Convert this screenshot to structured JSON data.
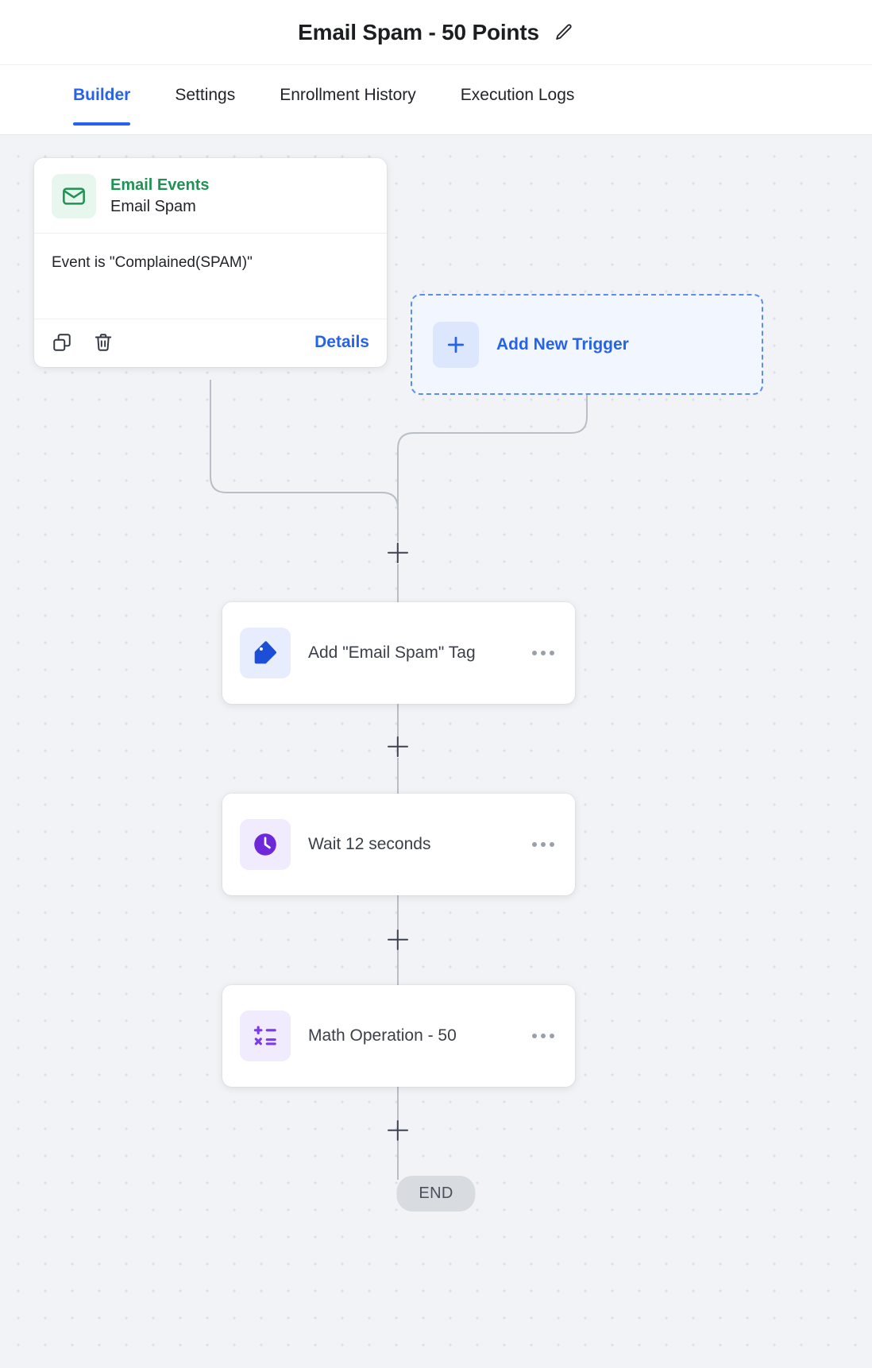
{
  "header": {
    "title": "Email Spam - 50 Points",
    "edit_icon": "pencil-icon"
  },
  "tabs": [
    {
      "label": "Builder",
      "active": true
    },
    {
      "label": "Settings",
      "active": false
    },
    {
      "label": "Enrollment History",
      "active": false
    },
    {
      "label": "Execution Logs",
      "active": false
    }
  ],
  "canvas": {
    "trigger": {
      "icon": "envelope-icon",
      "type": "Email Events",
      "name": "Email Spam",
      "condition": "Event is \"Complained(SPAM)\"",
      "duplicate_icon": "copy-icon",
      "delete_icon": "trash-icon",
      "details_label": "Details"
    },
    "add_trigger": {
      "icon": "plus-icon",
      "label": "Add New Trigger"
    },
    "actions": [
      {
        "icon": "tag-icon",
        "label": "Add \"Email Spam\" Tag",
        "menu_icon": "ellipsis-icon"
      },
      {
        "icon": "clock-icon",
        "label": "Wait 12 seconds",
        "menu_icon": "ellipsis-icon"
      },
      {
        "icon": "math-operation-icon",
        "label": "Math Operation - 50",
        "menu_icon": "ellipsis-icon"
      }
    ],
    "add_step_label": "+",
    "end_label": "END"
  },
  "colors": {
    "accent_blue": "#2563eb",
    "trigger_green": "#1f9254",
    "tag_blue": "#1d4ed8",
    "wait_purple": "#6d28d9",
    "math_purple": "#7c3aed",
    "canvas_bg": "#f1f3f6"
  }
}
